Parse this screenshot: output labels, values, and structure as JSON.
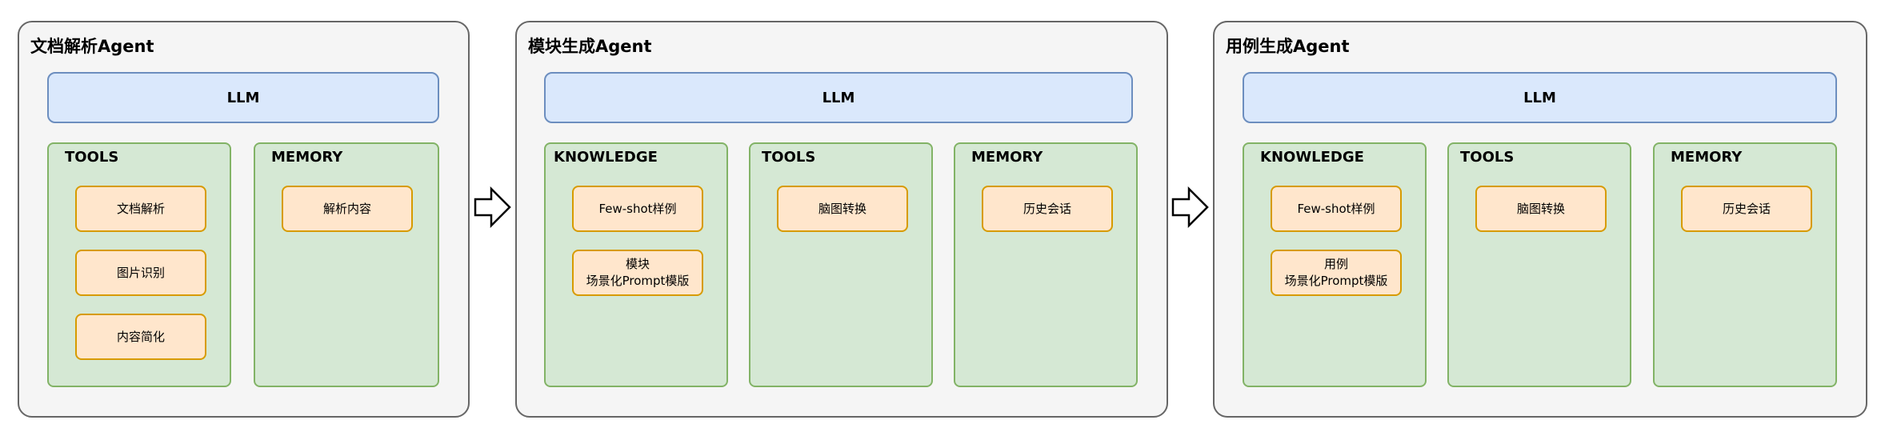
{
  "agents": [
    {
      "title": "文档解析Agent",
      "llm": "LLM",
      "panels": [
        {
          "title": "TOOLS",
          "items": [
            "文档解析",
            "图片识别",
            "内容简化"
          ]
        },
        {
          "title": "MEMORY",
          "items": [
            "解析内容"
          ]
        }
      ]
    },
    {
      "title": "模块生成Agent",
      "llm": "LLM",
      "panels": [
        {
          "title": "KNOWLEDGE",
          "items": [
            "Few-shot样例",
            "模块\n场景化Prompt模版"
          ]
        },
        {
          "title": "TOOLS",
          "items": [
            "脑图转换"
          ]
        },
        {
          "title": "MEMORY",
          "items": [
            "历史会话"
          ]
        }
      ]
    },
    {
      "title": "用例生成Agent",
      "llm": "LLM",
      "panels": [
        {
          "title": "KNOWLEDGE",
          "items": [
            "Few-shot样例",
            "用例\n场景化Prompt模版"
          ]
        },
        {
          "title": "TOOLS",
          "items": [
            "脑图转换"
          ]
        },
        {
          "title": "MEMORY",
          "items": [
            "历史会话"
          ]
        }
      ]
    }
  ],
  "colors": {
    "agent_fill": "#f5f5f5",
    "agent_stroke": "#666666",
    "llm_fill": "#dae8fc",
    "llm_stroke": "#6c8ebf",
    "panel_fill": "#d5e8d4",
    "panel_stroke": "#82b366",
    "item_fill": "#ffe6cc",
    "item_stroke": "#d79b00"
  },
  "connectors": [
    "flow-arrow-icon",
    "flow-arrow-icon"
  ]
}
